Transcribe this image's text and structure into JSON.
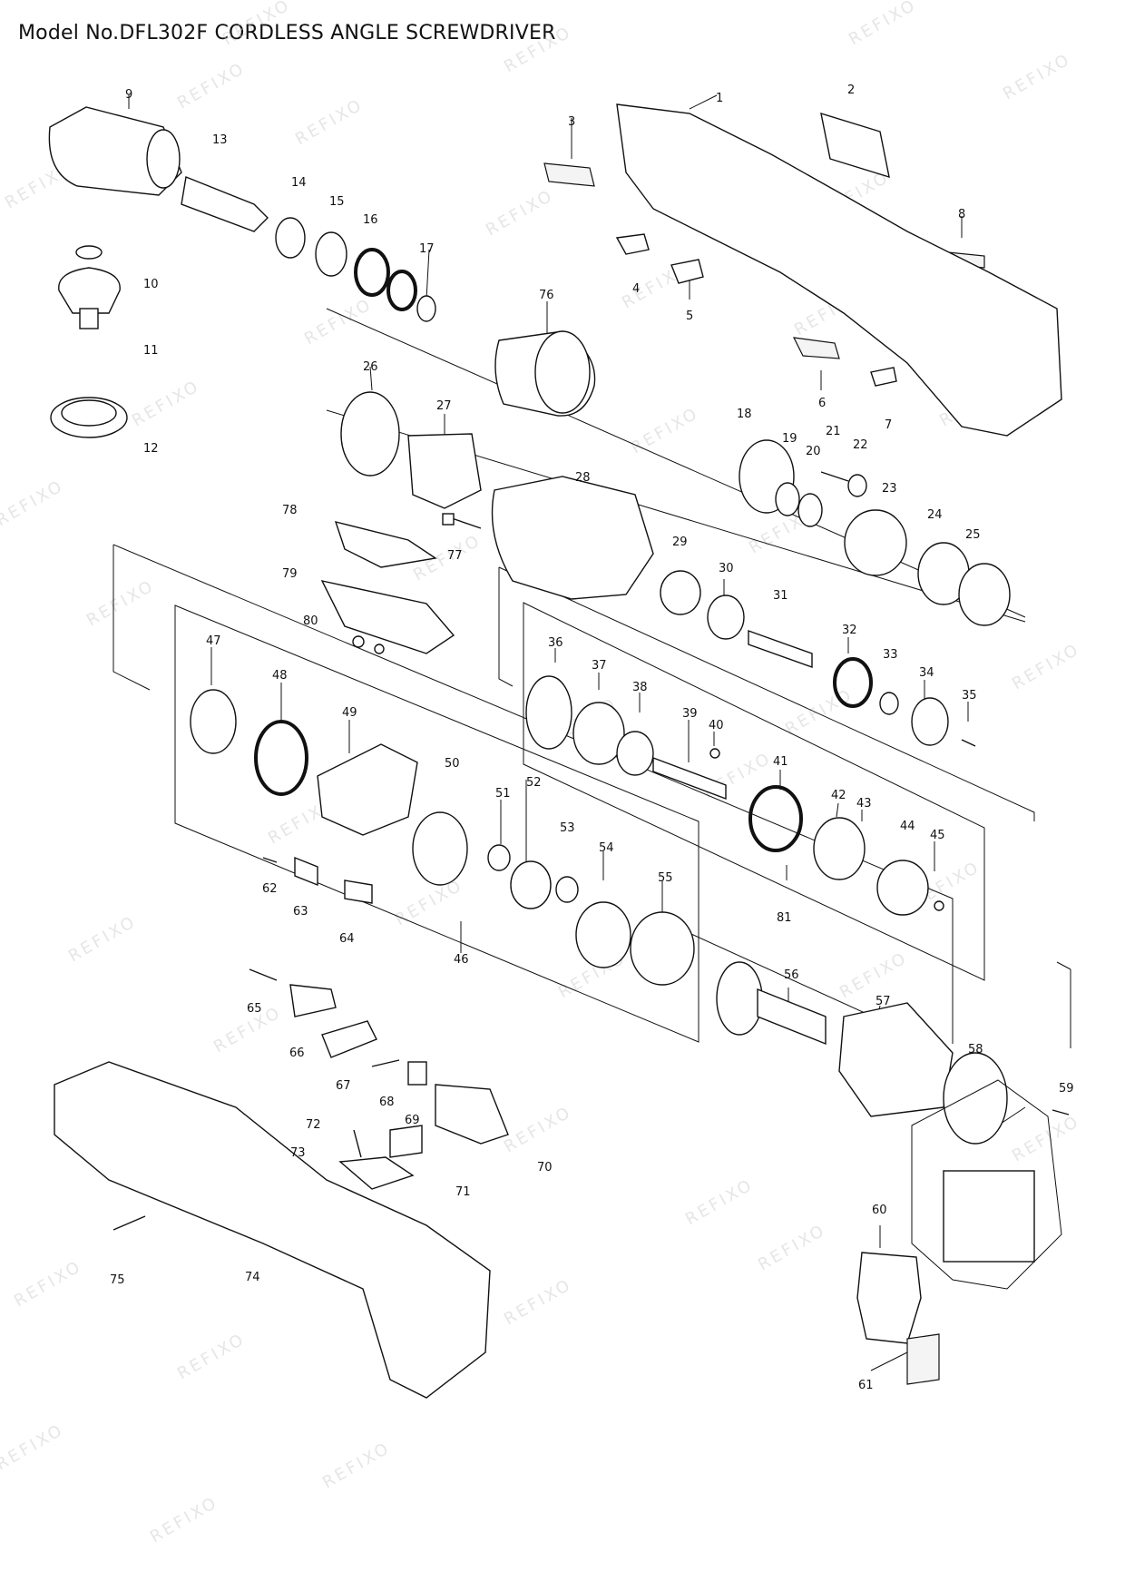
{
  "title": "Model No.DFL302F CORDLESS ANGLE SCREWDRIVER",
  "watermark": "REFIXO",
  "parts": [
    "1",
    "2",
    "3",
    "4",
    "5",
    "6",
    "7",
    "8",
    "9",
    "10",
    "11",
    "12",
    "13",
    "14",
    "15",
    "16",
    "17",
    "18",
    "19",
    "20",
    "21",
    "22",
    "23",
    "24",
    "25",
    "26",
    "27",
    "28",
    "29",
    "30",
    "31",
    "32",
    "33",
    "34",
    "35",
    "36",
    "37",
    "38",
    "39",
    "40",
    "41",
    "42",
    "43",
    "44",
    "45",
    "46",
    "47",
    "48",
    "49",
    "50",
    "51",
    "52",
    "53",
    "54",
    "55",
    "56",
    "57",
    "58",
    "59",
    "60",
    "61",
    "62",
    "63",
    "64",
    "65",
    "66",
    "67",
    "68",
    "69",
    "70",
    "71",
    "72",
    "73",
    "74",
    "75",
    "76",
    "77",
    "78",
    "79",
    "80",
    "81"
  ]
}
